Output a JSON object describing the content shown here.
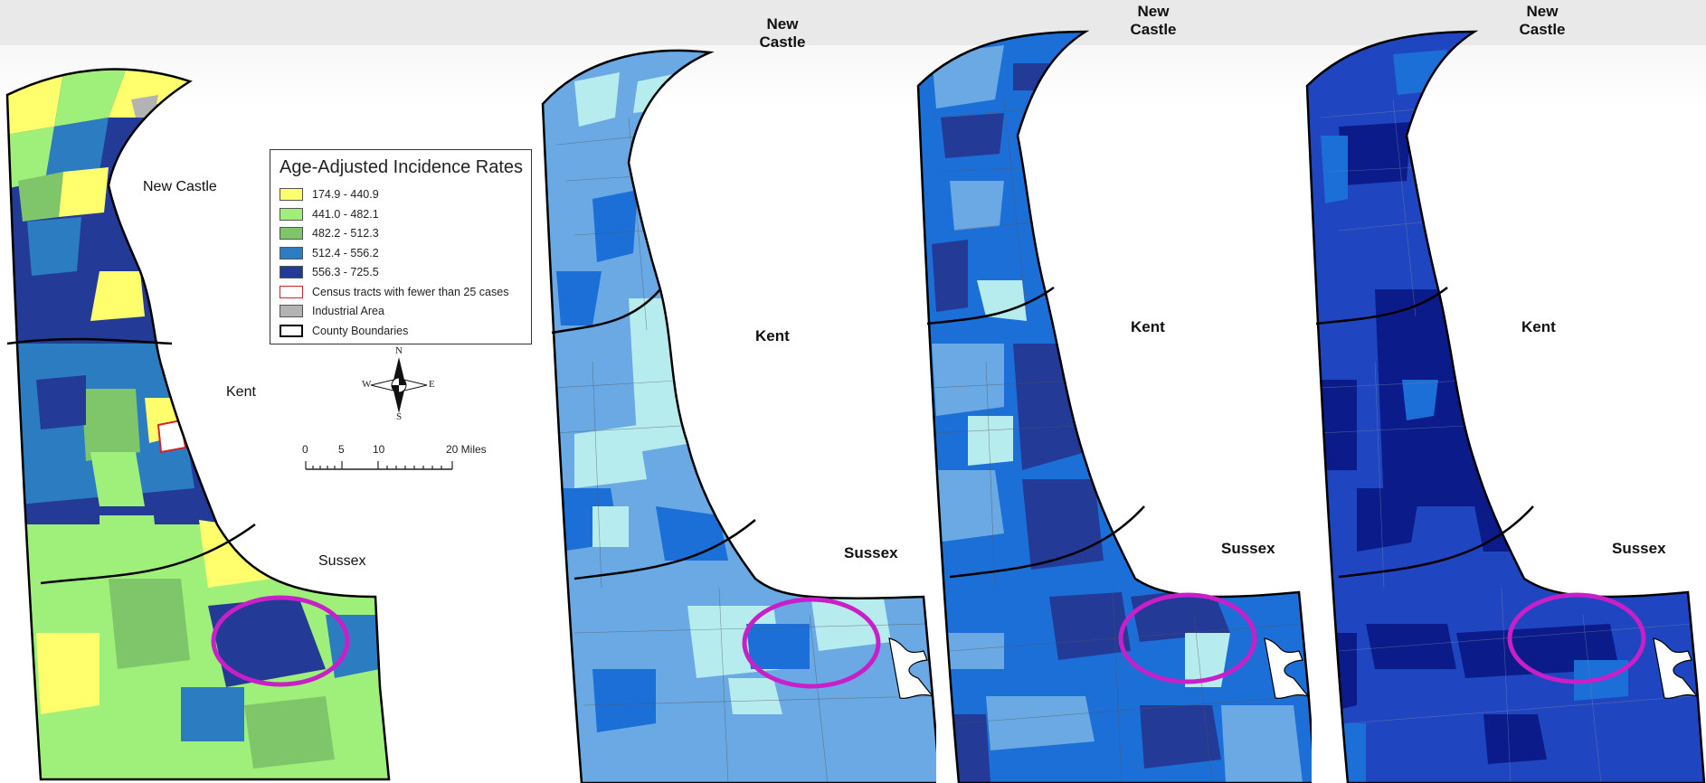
{
  "colors": {
    "class1": "#ffff6e",
    "class2": "#9ef07a",
    "class3": "#7fc66a",
    "class4": "#2b7cc0",
    "class5": "#233a96",
    "fewer_cases_border": "#d2232a",
    "industrial": "#b3b3b3",
    "highlight_ellipse": "#c81fc8",
    "blue_light": "#b7ecef",
    "blue_mid": "#6aa9e4",
    "blue_bright": "#1c6fd6",
    "blue_royal": "#1f46c0",
    "blue_navy": "#0b1c8a"
  },
  "map1": {
    "labels": {
      "new_castle": "New Castle",
      "kent": "Kent",
      "sussex": "Sussex"
    },
    "legend": {
      "title": "Age-Adjusted Incidence Rates",
      "items": [
        {
          "label": "174.9 - 440.9",
          "color": "#ffff6e",
          "kind": "fill"
        },
        {
          "label": "441.0 - 482.1",
          "color": "#9ef07a",
          "kind": "fill"
        },
        {
          "label": "482.2 - 512.3",
          "color": "#7fc66a",
          "kind": "fill"
        },
        {
          "label": "512.4 - 556.2",
          "color": "#2b7cc0",
          "kind": "fill"
        },
        {
          "label": "556.3 - 725.5",
          "color": "#233a96",
          "kind": "fill"
        },
        {
          "label": "Census tracts with fewer than 25 cases",
          "color": "#d2232a",
          "kind": "outline-red"
        },
        {
          "label": "Industrial Area",
          "color": "#b3b3b3",
          "kind": "fill"
        },
        {
          "label": "County Boundaries",
          "color": "#000000",
          "kind": "outline-black"
        }
      ]
    },
    "compass": {
      "n": "N",
      "s": "S",
      "e": "E",
      "w": "W",
      "icon": "compass-rose-icon"
    },
    "scale": {
      "ticks": [
        "0",
        "5",
        "10",
        "20 Miles"
      ]
    }
  },
  "map2": {
    "labels": {
      "new_castle": "New Castle",
      "kent": "Kent",
      "sussex": "Sussex"
    }
  },
  "map3": {
    "labels": {
      "new_castle": "New Castle",
      "kent": "Kent",
      "sussex": "Sussex"
    }
  },
  "map4": {
    "labels": {
      "new_castle": "New Castle",
      "kent": "Kent",
      "sussex": "Sussex"
    }
  }
}
